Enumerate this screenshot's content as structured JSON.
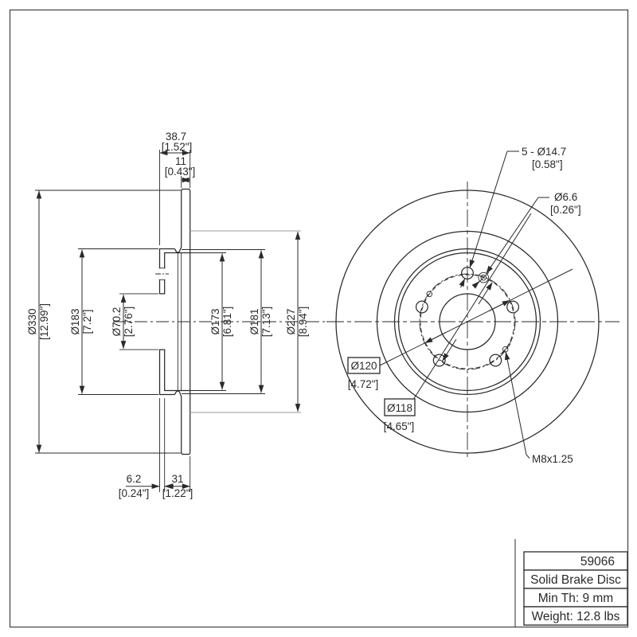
{
  "meta": {
    "drawing_type": "technical drawing - brake rotor, section and front views",
    "ink_color": "#2a2a2a",
    "projection_line_color": "#9b9b9b",
    "background_color": "#ffffff"
  },
  "dims": {
    "overall_thickness": {
      "mm": "38.7",
      "in": "[1.52\"]"
    },
    "disc_thickness": {
      "mm": "11",
      "in": "[0.43\"]"
    },
    "outer_dia": {
      "mm": "Ø330",
      "in": "[12.99\"]"
    },
    "flange_dia": {
      "mm": "Ø183",
      "in": "[7.2\"]"
    },
    "center_bore": {
      "mm": "Ø70.2",
      "in": "[2.76\"]"
    },
    "hat_inner_dia": {
      "mm": "Ø173",
      "in": "[6.81\"]"
    },
    "hat_outer_dia": {
      "mm": "Ø181",
      "in": "[7.13\"]"
    },
    "friction_inner_dia": {
      "mm": "Ø227",
      "in": "[8.94\"]"
    },
    "flange_thickness": {
      "mm": "6.2",
      "in": "[0.24\"]"
    },
    "hat_height": {
      "mm": "31",
      "in": "[1.22\"]"
    },
    "lug_holes": {
      "mm": "5 - Ø14.7",
      "in": "[0.58\"]"
    },
    "access_hole": {
      "mm": "Ø6.6",
      "in": "[0.26\"]"
    },
    "bolt_circle": {
      "mm": "Ø120",
      "in": "[4.72\"]"
    },
    "hole_circle": {
      "mm": "Ø118",
      "in": "[4.65\"]"
    },
    "thread_spec": "M8x1.25"
  },
  "title_block": {
    "part_number": "59066",
    "product": "Solid Brake Disc",
    "min_thickness": "Min Th: 9 mm",
    "weight": "Weight: 12.8 lbs"
  }
}
